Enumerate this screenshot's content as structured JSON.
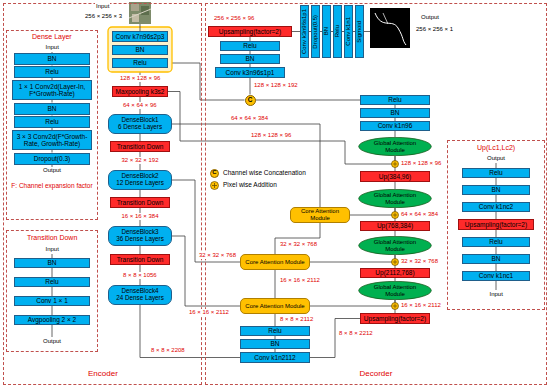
{
  "diagram": {
    "nodes": [
      {
        "text": [
          "Encoder"
        ]
      },
      {
        "text": [
          "Decorder"
        ]
      },
      {
        "text": [
          "Dense Layer",
          "F: Channel expansion factor"
        ],
        "in": 0
      },
      {
        "text": [
          "BN"
        ],
        "in": 2
      },
      {
        "text": [
          "Relu"
        ],
        "in": 2
      },
      {
        "text": [
          "1 × 1 Conv2d(Layer-In, F*Growth-Rate)"
        ],
        "in": 2
      },
      {
        "text": [
          "BN"
        ],
        "in": 2
      },
      {
        "text": [
          "Relu"
        ],
        "in": 2
      },
      {
        "text": [
          "3 × 3 Conv2d(F*Growth-Rate, Growth-Rate)"
        ],
        "in": 2
      },
      {
        "text": [
          "Dropout(0.3)"
        ],
        "in": 2
      },
      {
        "text": [
          "Transition Down"
        ],
        "in": 0
      },
      {
        "text": [
          "BN"
        ],
        "in": 10
      },
      {
        "text": [
          "Relu"
        ],
        "in": 10
      },
      {
        "text": [
          "Conv 1 × 1"
        ],
        "in": 10
      },
      {
        "text": [
          "Avgpooling 2 × 2"
        ],
        "in": 10
      },
      {
        "text": [
          "Conv k7n96s2p3"
        ],
        "in": 0
      },
      {
        "text": [
          "BN"
        ],
        "in": 0
      },
      {
        "text": [
          "Relu"
        ],
        "in": 0
      },
      {
        "text": [
          "Maxpooling k3s2"
        ],
        "in": 0
      },
      {
        "text": [
          "DenseBlock1",
          "6 Dense Layers"
        ],
        "in": 0
      },
      {
        "text": [
          "Transition Down"
        ],
        "in": 0
      },
      {
        "text": [
          "DenseBlock2",
          "12 Dense Layers"
        ],
        "in": 0
      },
      {
        "text": [
          "Transition Down"
        ],
        "in": 0
      },
      {
        "text": [
          "DenseBlock3",
          "36 Dense Layers"
        ],
        "in": 0
      },
      {
        "text": [
          "Transition Down"
        ],
        "in": 0
      },
      {
        "text": [
          "DenseBlock4",
          "24 Dense Layers"
        ],
        "in": 0
      },
      {
        "text": [
          "Upsampling(factor=2)"
        ],
        "in": 1
      },
      {
        "text": [
          "Relu"
        ],
        "in": 1
      },
      {
        "text": [
          "BN"
        ],
        "in": 1
      },
      {
        "text": [
          "Conv k3n96s1p1"
        ],
        "in": 1
      },
      {
        "text": [
          "Conv k3n96s1p1"
        ],
        "in": 1
      },
      {
        "text": [
          "Dropout(0.5)"
        ],
        "in": 1
      },
      {
        "text": [
          "BN"
        ],
        "in": 1
      },
      {
        "text": [
          "Relu"
        ],
        "in": 1
      },
      {
        "text": [
          "Conv k1n1"
        ],
        "in": 1
      },
      {
        "text": [
          "Sigmoid"
        ],
        "in": 1
      },
      {
        "text": [
          "C"
        ],
        "in": 1
      },
      {
        "text": [
          "Relu"
        ],
        "in": 1
      },
      {
        "text": [
          "BN"
        ],
        "in": 1
      },
      {
        "text": [
          "Conv k1n96"
        ],
        "in": 1
      },
      {
        "text": [
          "Global Attention Module"
        ],
        "in": 1
      },
      {
        "text": [
          "Up(384,96)"
        ],
        "in": 1
      },
      {
        "text": [
          "Global Attention Module"
        ],
        "in": 1
      },
      {
        "text": [
          "Up(768,384)"
        ],
        "in": 1
      },
      {
        "text": [
          "Global Attention Module"
        ],
        "in": 1
      },
      {
        "text": [
          "Up(2112,768)"
        ],
        "in": 1
      },
      {
        "text": [
          "Global Attention Module"
        ],
        "in": 1
      },
      {
        "text": [
          "Upsampling(factor=2)"
        ],
        "in": 1
      },
      {
        "text": [
          "Core Attention Module"
        ],
        "in": 1
      },
      {
        "text": [
          "Core Attention Module"
        ],
        "in": 1
      },
      {
        "text": [
          "Core Attention Module"
        ],
        "in": 1
      },
      {
        "text": [
          "Relu"
        ],
        "in": 1
      },
      {
        "text": [
          "BN"
        ],
        "in": 1
      },
      {
        "text": [
          "Conv k1n2112"
        ],
        "in": 1
      },
      {
        "text": [
          "Up(Lc1,Lc2)"
        ],
        "in": 1
      },
      {
        "text": [
          "Relu"
        ],
        "in": 54
      },
      {
        "text": [
          "BN"
        ],
        "in": 54
      },
      {
        "text": [
          "Conv k1nc2"
        ],
        "in": 54
      },
      {
        "text": [
          "Upsampling(factor=2)"
        ],
        "in": 54
      },
      {
        "text": [
          "Relu"
        ],
        "in": 54
      },
      {
        "text": [
          "BN"
        ],
        "in": 54
      },
      {
        "text": [
          "Conv k1nc1"
        ],
        "in": 54
      }
    ],
    "edges": [
      {
        "from": 3,
        "to": 4,
        "arrow": "none"
      },
      {
        "from": 4,
        "to": 5,
        "arrow": "none"
      },
      {
        "from": 5,
        "to": 6,
        "arrow": "none"
      },
      {
        "from": 6,
        "to": 7,
        "arrow": "none"
      },
      {
        "from": 7,
        "to": 8,
        "arrow": "none"
      },
      {
        "from": 8,
        "to": 9,
        "arrow": "none"
      },
      {
        "from": 11,
        "to": 12,
        "arrow": "none"
      },
      {
        "from": 12,
        "to": 13,
        "arrow": "none"
      },
      {
        "from": 13,
        "to": 14,
        "arrow": "none"
      },
      {
        "from": 61,
        "to": 60,
        "arrow": "none"
      },
      {
        "from": 60,
        "to": 59,
        "arrow": "none"
      },
      {
        "from": 59,
        "to": 58,
        "arrow": "none"
      },
      {
        "from": 58,
        "to": 57,
        "arrow": "none"
      },
      {
        "from": 57,
        "to": 56,
        "arrow": "none"
      },
      {
        "from": 56,
        "to": 55,
        "arrow": "none"
      },
      {
        "from": 15,
        "to": 16,
        "arrow": "none"
      },
      {
        "from": 16,
        "to": 17,
        "arrow": "none"
      },
      {
        "from": 17,
        "to": 18,
        "arrow": "none"
      },
      {
        "from": 18,
        "to": 19,
        "arrow": "none"
      },
      {
        "from": 19,
        "to": 20,
        "arrow": "none"
      },
      {
        "from": 20,
        "to": 21,
        "arrow": "none"
      },
      {
        "from": 21,
        "to": 22,
        "arrow": "none"
      },
      {
        "from": 22,
        "to": 23,
        "arrow": "none"
      },
      {
        "from": 23,
        "to": 24,
        "arrow": "none"
      },
      {
        "from": 24,
        "to": 25,
        "arrow": "none"
      },
      {
        "from": 17,
        "to": 36,
        "arrow": "none"
      },
      {
        "from": 18,
        "to": 40,
        "arrow": "none"
      },
      {
        "from": 19,
        "to": 48,
        "arrow": "none"
      },
      {
        "from": 21,
        "to": 49,
        "arrow": "none"
      },
      {
        "from": 23,
        "to": 50,
        "arrow": "none"
      },
      {
        "from": 25,
        "to": 53,
        "arrow": "none"
      },
      {
        "from": 53,
        "to": 52,
        "arrow": "none"
      },
      {
        "from": 52,
        "to": 51,
        "arrow": "none"
      },
      {
        "from": 51,
        "to": 50,
        "arrow": "none"
      },
      {
        "from": 50,
        "to": 49,
        "arrow": "none"
      },
      {
        "from": 49,
        "to": 48,
        "arrow": "none"
      },
      {
        "from": 53,
        "to": 47,
        "arrow": "none"
      },
      {
        "from": 48,
        "to": 42,
        "arrow": "none"
      },
      {
        "from": 49,
        "to": 44,
        "arrow": "none"
      },
      {
        "from": 50,
        "to": 46,
        "arrow": "none"
      },
      {
        "from": 47,
        "to": 46,
        "arrow": "none"
      },
      {
        "from": 46,
        "to": 45,
        "arrow": "none"
      },
      {
        "from": 45,
        "to": 44,
        "arrow": "none"
      },
      {
        "from": 44,
        "to": 43,
        "arrow": "none"
      },
      {
        "from": 43,
        "to": 42,
        "arrow": "none"
      },
      {
        "from": 42,
        "to": 41,
        "arrow": "none"
      },
      {
        "from": 41,
        "to": 40,
        "arrow": "none"
      },
      {
        "from": 40,
        "to": 39,
        "arrow": "none"
      },
      {
        "from": 39,
        "to": 38,
        "arrow": "none"
      },
      {
        "from": 38,
        "to": 37,
        "arrow": "none"
      },
      {
        "from": 37,
        "to": 36,
        "arrow": "none"
      },
      {
        "from": 36,
        "to": 29,
        "arrow": "none"
      },
      {
        "from": 29,
        "to": 28,
        "arrow": "none"
      },
      {
        "from": 28,
        "to": 27,
        "arrow": "none"
      },
      {
        "from": 27,
        "to": 26,
        "arrow": "none"
      },
      {
        "from": 26,
        "to": 30,
        "arrow": "none"
      },
      {
        "from": 30,
        "to": 31,
        "arrow": "none"
      },
      {
        "from": 31,
        "to": 32,
        "arrow": "none"
      },
      {
        "from": 32,
        "to": 33,
        "arrow": "none"
      },
      {
        "from": 33,
        "to": 34,
        "arrow": "none"
      },
      {
        "from": 34,
        "to": 35,
        "arrow": "none"
      }
    ],
    "labels": [
      "Input",
      "256 × 256 × 3",
      "128 × 128 × 96",
      "64 × 64 × 96",
      "32 × 32 × 192",
      "16 × 16 × 384",
      "8 × 8 × 1056",
      "8 × 8 × 2208",
      "Input",
      "Output",
      "Input",
      "Output",
      "256 × 256 × 96",
      "128 × 128 × 192",
      "Output",
      "256 × 256 × 1",
      "128 × 128 × 96",
      "64 × 64 × 384",
      "32 × 32 × 768",
      "16 × 16 × 2112",
      "16 × 16 × 2112",
      "32 × 32 × 768",
      "8 × 8 × 2112",
      "8 × 8 × 2212",
      "64 × 64 × 384",
      "32 × 32 × 768",
      "16 × 16 × 2112",
      "128 × 128 × 96",
      "Input",
      "Output",
      "C"
    ],
    "legend": [
      {
        "text": "Channel wise Concatenation"
      },
      {
        "text": "Pixel wise Addition"
      }
    ]
  }
}
